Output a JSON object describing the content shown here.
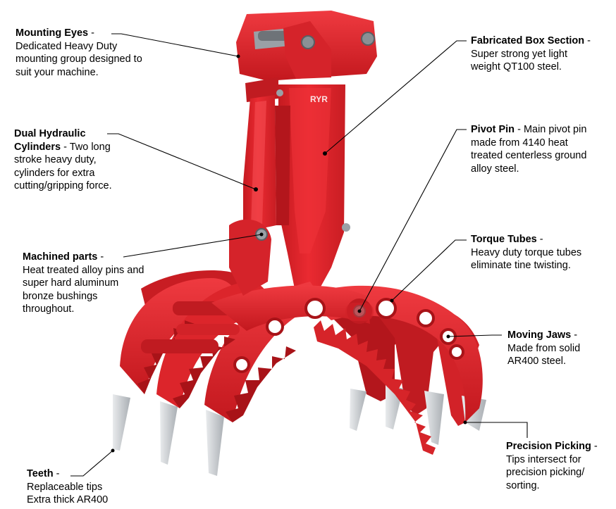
{
  "colors": {
    "body_red": "#e8272e",
    "dark_red": "#b3161c",
    "light_red": "#f24a4f",
    "tooth_grey": "#c9cdd1",
    "bolt_grey": "#9aa0a6"
  },
  "product_logo": "RYR",
  "callouts": {
    "mounting_eyes": {
      "title": "Mounting Eyes",
      "sep": " -",
      "desc": "Dedicated Heavy Duty mounting group designed to suit your machine."
    },
    "dual_hydraulic": {
      "title": "Dual Hydraulic Cylinders",
      "sep": " - ",
      "desc": "Two long stroke heavy duty, cylinders for extra cutting/gripping force."
    },
    "machined_parts": {
      "title": "Machined parts",
      "sep": " -",
      "desc": "Heat treated alloy pins and super hard aluminum bronze bushings throughout."
    },
    "teeth": {
      "title": "Teeth",
      "sep": " -",
      "desc": "Replaceable tips Extra thick AR400"
    },
    "fabricated_box": {
      "title": "Fabricated Box Section",
      "sep": " - ",
      "desc": "Super strong yet light weight QT100 steel."
    },
    "pivot_pin": {
      "title": "Pivot Pin",
      "sep": " - ",
      "desc": "Main pivot pin made from 4140 heat treated centerless ground alloy steel."
    },
    "torque_tubes": {
      "title": "Torque Tubes",
      "sep": " -",
      "desc": "Heavy duty torque tubes eliminate tine twisting."
    },
    "moving_jaws": {
      "title": "Moving Jaws",
      "sep": " -",
      "desc": "Made from solid AR400 steel."
    },
    "precision_picking": {
      "title": "Precision Picking",
      "sep": " -",
      "desc": "Tips intersect for precision picking/ sorting."
    }
  }
}
